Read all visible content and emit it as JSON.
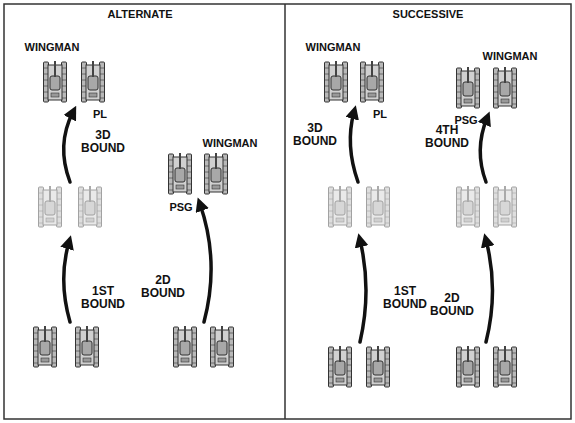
{
  "diagram": {
    "labels": [
      "ALTERNATE",
      "SUCCESSIVE",
      "WINGMAN",
      "PL",
      "3D BOUND",
      "WINGMAN",
      "PSG",
      "2D BOUND",
      "1ST BOUND",
      "WINGMAN",
      "PL",
      "3D BOUND",
      "PSG",
      "WINGMAN",
      "4TH BOUND",
      "1ST BOUND",
      "2D BOUND"
    ]
  }
}
